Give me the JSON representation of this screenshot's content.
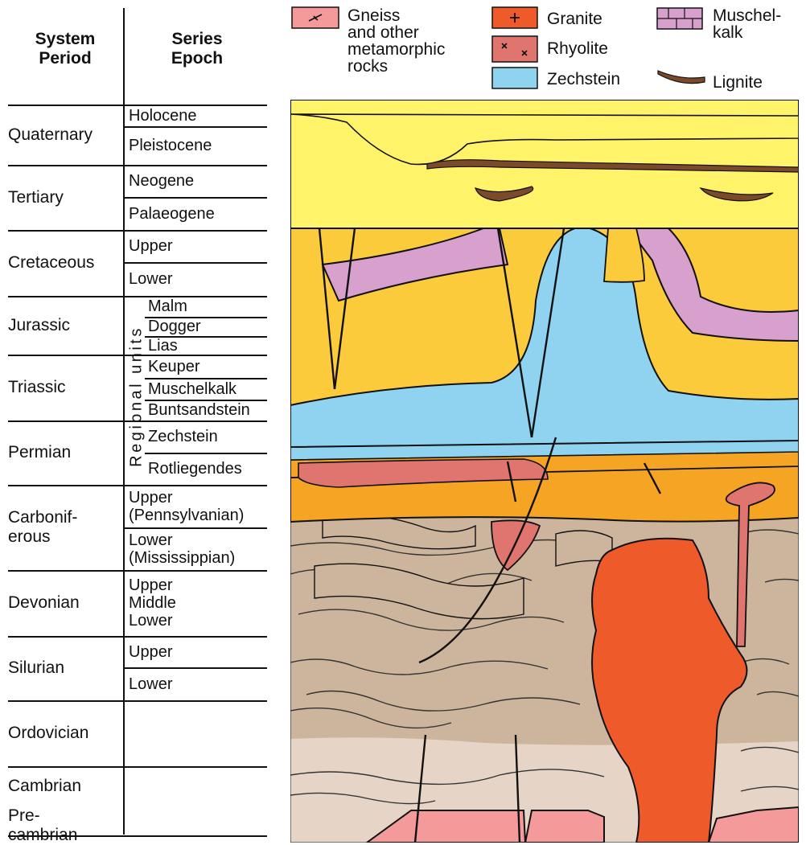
{
  "table": {
    "header_period": "System\nPeriod",
    "header_series": "Series\nEpoch",
    "regional_units_label": "Regional units",
    "periods": [
      {
        "name": "Quaternary",
        "series": [
          "Holocene",
          "Pleistocene"
        ]
      },
      {
        "name": "Tertiary",
        "series": [
          "Neogene",
          "Palaeogene"
        ]
      },
      {
        "name": "Cretaceous",
        "series": [
          "Upper",
          "Lower"
        ]
      },
      {
        "name": "Jurassic",
        "series": [
          "Malm",
          "Dogger",
          "Lias"
        ]
      },
      {
        "name": "Triassic",
        "series": [
          "Keuper",
          "Muschelkalk",
          "Buntsandstein"
        ]
      },
      {
        "name": "Permian",
        "series": [
          "Zechstein",
          "Rotliegendes"
        ]
      },
      {
        "name": "Carbonif-\nerous",
        "series": [
          "Upper\n(Pennsylvanian)",
          "Lower\n(Mississippian)"
        ]
      },
      {
        "name": "Devonian",
        "series": [
          "Upper\nMiddle\nLower"
        ]
      },
      {
        "name": "Silurian",
        "series": [
          "Upper",
          "Lower"
        ]
      },
      {
        "name": "Ordovician",
        "series": []
      },
      {
        "name": "Cambrian",
        "series": []
      },
      {
        "name": "Pre-\ncambrian",
        "series": []
      }
    ]
  },
  "legend": [
    {
      "label": "Gneiss\nand other\nmetamorphic\nrocks",
      "icon": "gneiss-swatch-icon",
      "color": "#f49a9a"
    },
    {
      "label": "Granite",
      "icon": "granite-swatch-icon",
      "color": "#ee5a2a"
    },
    {
      "label": "Rhyolite",
      "icon": "rhyolite-swatch-icon",
      "color": "#e07570"
    },
    {
      "label": "Zechstein",
      "icon": "zechstein-swatch-icon",
      "color": "#8fd3f0"
    },
    {
      "label": "Muschel-\nkalk",
      "icon": "muschelkalk-swatch-icon",
      "color": "#d8a0cc"
    },
    {
      "label": "Lignite",
      "icon": "lignite-swatch-icon",
      "color": "#7a4a2a"
    }
  ],
  "colors": {
    "quaternary_tertiary": "#fff36a",
    "mesozoic": "#fccb3c",
    "permian_carboniferous": "#f6a423",
    "paleozoic": "#cdb49d",
    "cambrian": "#e6d5c6",
    "outline": "#111111"
  }
}
